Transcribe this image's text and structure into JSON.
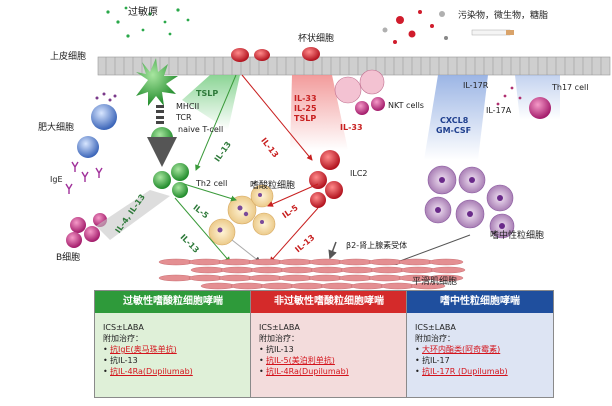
{
  "labels": {
    "allergen": "过敏原",
    "pollutants": "污染物，微生物，糖脂",
    "epithelium": "上皮细胞",
    "goblet": "杯状细胞",
    "tslp_left": "TSLP",
    "mhcii": "MHCII",
    "tcr": "TCR",
    "naive_t": "naive T-cell",
    "il33": "IL-33",
    "il25": "IL-25",
    "tslp_mid": "TSLP",
    "il33_b": "IL-33",
    "nkt": "NKT cells",
    "il17r": "IL-17R",
    "il17a": "IL-17A",
    "th17": "Th17 cell",
    "cxcl8": "CXCL8",
    "gmcsf": "GM-CSF",
    "mast": "肥大细胞",
    "ige": "IgE",
    "th2": "Th2 cell",
    "il13_a": "IL-13",
    "il13_b": "IL-13",
    "il4_il13": "IL-4, IL-13",
    "il5_a": "IL-5",
    "il5_b": "IL-5",
    "eos": "嗜酸粒细胞",
    "ilc2": "ILC2",
    "il13_c": "IL-13",
    "il13_d": "IL-13",
    "b2": "β2-肾上腺素受体",
    "neutro": "嗜中性粒细胞",
    "bcell": "B细胞",
    "smooth": "平滑肌细胞"
  },
  "panels": [
    {
      "header": "过敏性嗜酸粒细胞哮喘",
      "line1": "ICS±LABA",
      "line2": "附加治疗：",
      "items": [
        {
          "bullet": "•",
          "text": "抗IgE(奥马珠单抗)",
          "red": true
        },
        {
          "bullet": "•",
          "text": "抗IL-13",
          "red": false
        },
        {
          "bullet": "•",
          "text": "抗IL-4Ra(Dupilumab)",
          "red": true
        }
      ]
    },
    {
      "header": "非过敏性嗜酸粒细胞哮喘",
      "line1": "ICS±LABA",
      "line2": "附加治疗：",
      "items": [
        {
          "bullet": "•",
          "text": "抗IL-13",
          "red": false
        },
        {
          "bullet": "•",
          "text": "抗IL-5(美泊利单抗)",
          "red": true
        },
        {
          "bullet": "•",
          "text": "抗IL-4Ra(Dupilumab)",
          "red": true
        }
      ]
    },
    {
      "header": "嗜中性粒细胞哮喘",
      "line1": "ICS±LABA",
      "line2": "附加治疗：",
      "items": [
        {
          "bullet": "•",
          "text": "大环内酯类(阿奇霉素)",
          "red": true
        },
        {
          "bullet": "•",
          "text": "抗IL-17",
          "red": false
        },
        {
          "bullet": "•",
          "text": "抗IL-17R (Dupilumab)",
          "red": true
        }
      ]
    }
  ],
  "colors": {
    "green_header": "#2e9a3a",
    "red_header": "#d42a2a",
    "blue_header": "#1f4f9e",
    "epithelium": "#c8c8c8",
    "goblet": "#d01c2c",
    "smooth_muscle": "#e79a9a"
  }
}
